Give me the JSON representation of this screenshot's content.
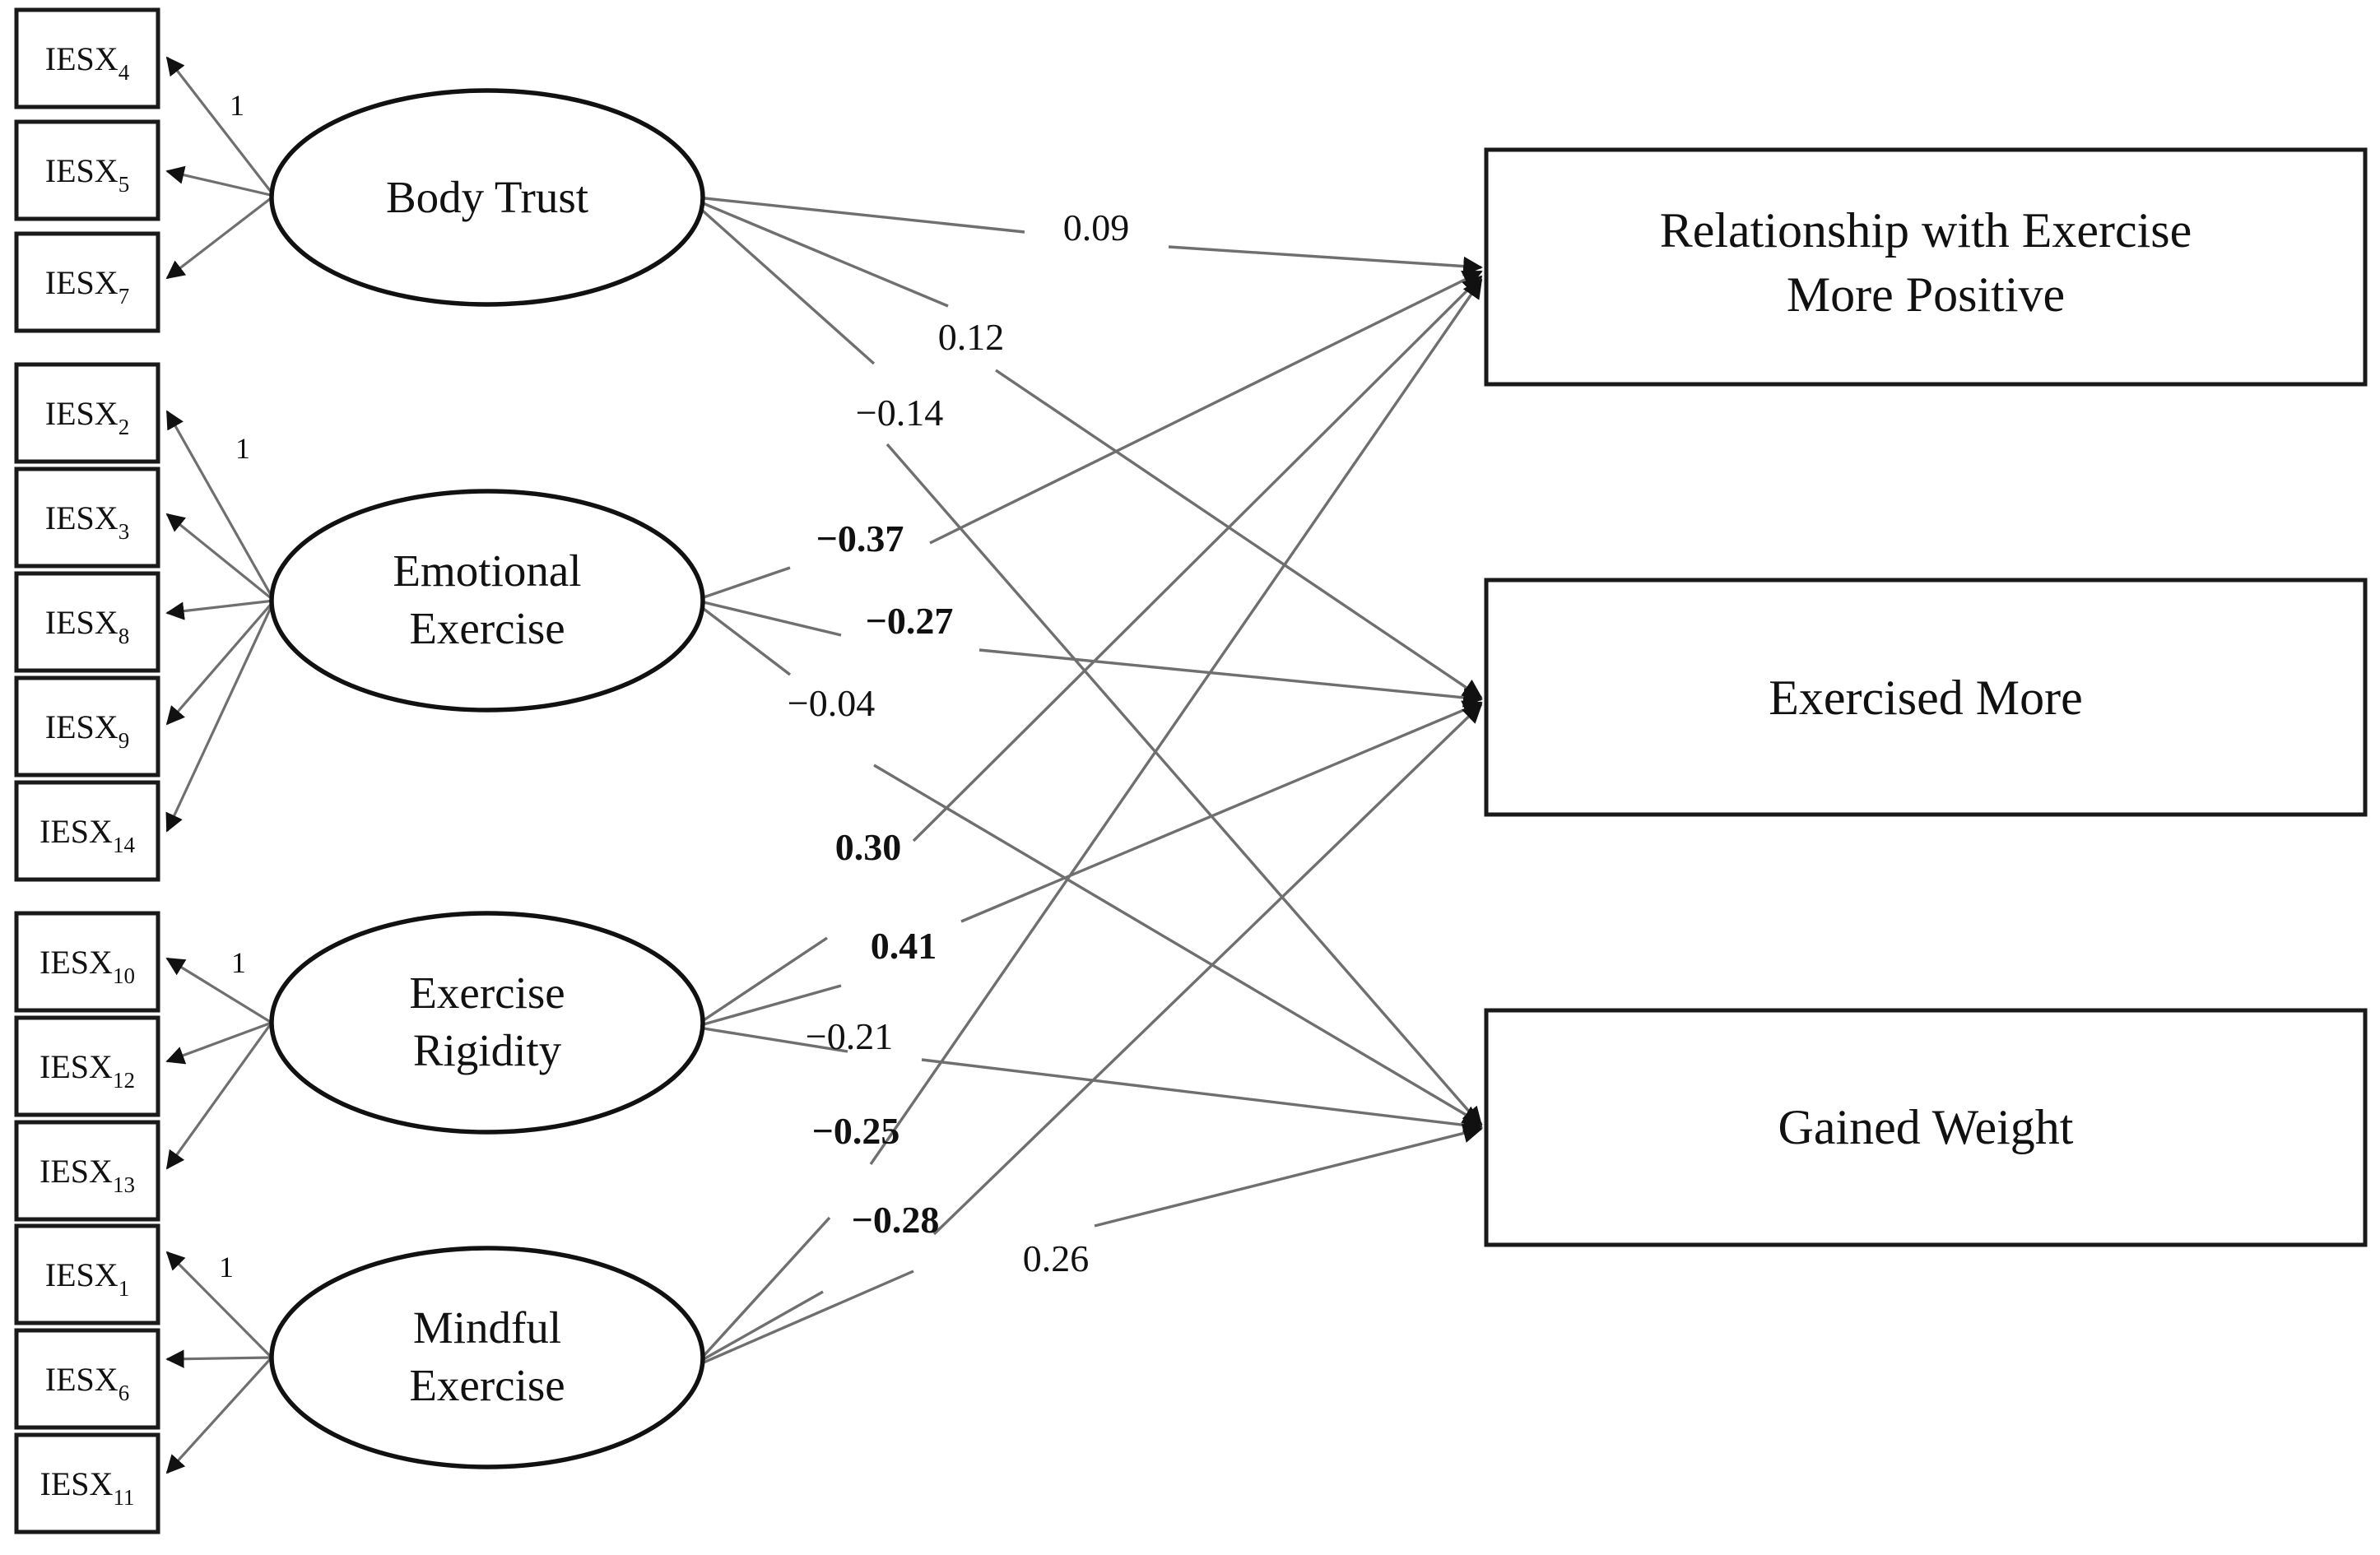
{
  "diagram": {
    "type": "structural-equation-model",
    "title_visible": false,
    "colors": {
      "stroke": "#111111",
      "path": "#6f6f6f",
      "box_fill": "#ffffff",
      "background": "#ffffff"
    }
  },
  "latent_factors": [
    {
      "id": "body-trust",
      "label": "Body Trust",
      "label_lines": [
        "Body Trust"
      ],
      "loading_label": "1",
      "indicators": [
        {
          "base": "IESX",
          "sub": "4",
          "full": "IESX4"
        },
        {
          "base": "IESX",
          "sub": "5",
          "full": "IESX5"
        },
        {
          "base": "IESX",
          "sub": "7",
          "full": "IESX7"
        }
      ]
    },
    {
      "id": "emotional-exercise",
      "label": "Emotional Exercise",
      "label_lines": [
        "Emotional",
        "Exercise"
      ],
      "loading_label": "1",
      "indicators": [
        {
          "base": "IESX",
          "sub": "2",
          "full": "IESX2"
        },
        {
          "base": "IESX",
          "sub": "3",
          "full": "IESX3"
        },
        {
          "base": "IESX",
          "sub": "8",
          "full": "IESX8"
        },
        {
          "base": "IESX",
          "sub": "9",
          "full": "IESX9"
        },
        {
          "base": "IESX",
          "sub": "14",
          "full": "IESX14"
        }
      ]
    },
    {
      "id": "exercise-rigidity",
      "label": "Exercise Rigidity",
      "label_lines": [
        "Exercise",
        "Rigidity"
      ],
      "loading_label": "1",
      "indicators": [
        {
          "base": "IESX",
          "sub": "10",
          "full": "IESX10"
        },
        {
          "base": "IESX",
          "sub": "12",
          "full": "IESX12"
        },
        {
          "base": "IESX",
          "sub": "13",
          "full": "IESX13"
        }
      ]
    },
    {
      "id": "mindful-exercise",
      "label": "Mindful Exercise",
      "label_lines": [
        "Mindful",
        "Exercise"
      ],
      "loading_label": "1",
      "indicators": [
        {
          "base": "IESX",
          "sub": "1",
          "full": "IESX1"
        },
        {
          "base": "IESX",
          "sub": "6",
          "full": "IESX6"
        },
        {
          "base": "IESX",
          "sub": "11",
          "full": "IESX11"
        }
      ]
    }
  ],
  "outcomes": [
    {
      "id": "relationship-exercise-more-positive",
      "label": "Relationship with Exercise More Positive",
      "label_lines": [
        "Relationship with Exercise",
        "More Positive"
      ]
    },
    {
      "id": "exercised-more",
      "label": "Exercised More",
      "label_lines": [
        "Exercised More"
      ]
    },
    {
      "id": "gained-weight",
      "label": "Gained Weight",
      "label_lines": [
        "Gained Weight"
      ]
    }
  ],
  "chart_data": {
    "type": "diagram",
    "paths": [
      {
        "from": "body-trust",
        "to": "relationship-exercise-more-positive",
        "value": 0.09,
        "label": "0.09",
        "bold": false
      },
      {
        "from": "body-trust",
        "to": "exercised-more",
        "value": 0.12,
        "label": "0.12",
        "bold": false
      },
      {
        "from": "body-trust",
        "to": "gained-weight",
        "value": -0.14,
        "label": "−0.14",
        "bold": false
      },
      {
        "from": "emotional-exercise",
        "to": "relationship-exercise-more-positive",
        "value": -0.37,
        "label": "−0.37",
        "bold": true
      },
      {
        "from": "emotional-exercise",
        "to": "exercised-more",
        "value": -0.27,
        "label": "−0.27",
        "bold": true
      },
      {
        "from": "emotional-exercise",
        "to": "gained-weight",
        "value": -0.04,
        "label": "−0.04",
        "bold": false
      },
      {
        "from": "exercise-rigidity",
        "to": "relationship-exercise-more-positive",
        "value": 0.3,
        "label": "0.30",
        "bold": true
      },
      {
        "from": "exercise-rigidity",
        "to": "exercised-more",
        "value": 0.41,
        "label": "0.41",
        "bold": true
      },
      {
        "from": "exercise-rigidity",
        "to": "gained-weight",
        "value": -0.21,
        "label": "−0.21",
        "bold": false
      },
      {
        "from": "mindful-exercise",
        "to": "relationship-exercise-more-positive",
        "value": -0.25,
        "label": "−0.25",
        "bold": true
      },
      {
        "from": "mindful-exercise",
        "to": "exercised-more",
        "value": -0.28,
        "label": "−0.28",
        "bold": true
      },
      {
        "from": "mindful-exercise",
        "to": "gained-weight",
        "value": 0.26,
        "label": "0.26",
        "bold": false
      }
    ],
    "measurement_loadings": [
      {
        "factor": "body-trust",
        "indicator": "IESX4",
        "label": "1"
      },
      {
        "factor": "emotional-exercise",
        "indicator": "IESX2",
        "label": "1"
      },
      {
        "factor": "exercise-rigidity",
        "indicator": "IESX10",
        "label": "1"
      },
      {
        "factor": "mindful-exercise",
        "indicator": "IESX1",
        "label": "1"
      }
    ]
  },
  "coef_labels": {
    "p0": "0.09",
    "p1": "0.12",
    "p2": "−0.14",
    "p3": "−0.37",
    "p4": "−0.27",
    "p5": "−0.04",
    "p6": "0.30",
    "p7": "0.41",
    "p8": "−0.21",
    "p9": "−0.25",
    "p10": "−0.28",
    "p11": "0.26"
  }
}
